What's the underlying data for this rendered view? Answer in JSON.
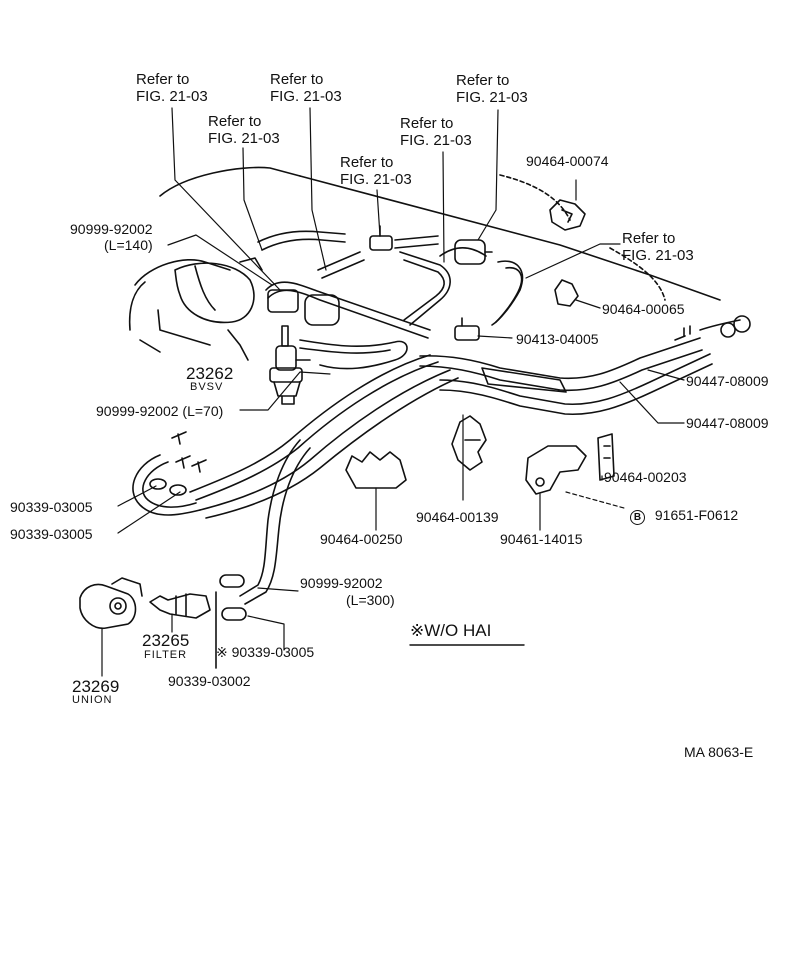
{
  "refer_to": "Refer to\nFIG. 21-03",
  "hoses": {
    "h140": "90999-92002",
    "h140_len": "(L=140)",
    "h70": "90999-92002 (L=70)",
    "h300": "90999-92002",
    "h300_len": "(L=300)"
  },
  "parts": {
    "p1": "90464-00074",
    "p2": "90464-00065",
    "p3": "90413-04005",
    "p4": "90447-08009",
    "p5": "90447-08009",
    "p6": "90464-00203",
    "p7": "91651-F0612",
    "p7_marker": "B",
    "p8": "90461-14015",
    "p9": "90464-00139",
    "p10": "90464-00250",
    "p11": "90339-03005",
    "p12": "90339-03005",
    "p13": "※ 90339-03005",
    "p14": "90339-03002",
    "bvsv_no": "23262",
    "bvsv": "BVSV",
    "filter_no": "23265",
    "filter": "FILTER",
    "union_no": "23269",
    "union": "UNION"
  },
  "note": "※W/O HAI",
  "figure_code": "MA 8063-E",
  "ink_color": "#111111"
}
